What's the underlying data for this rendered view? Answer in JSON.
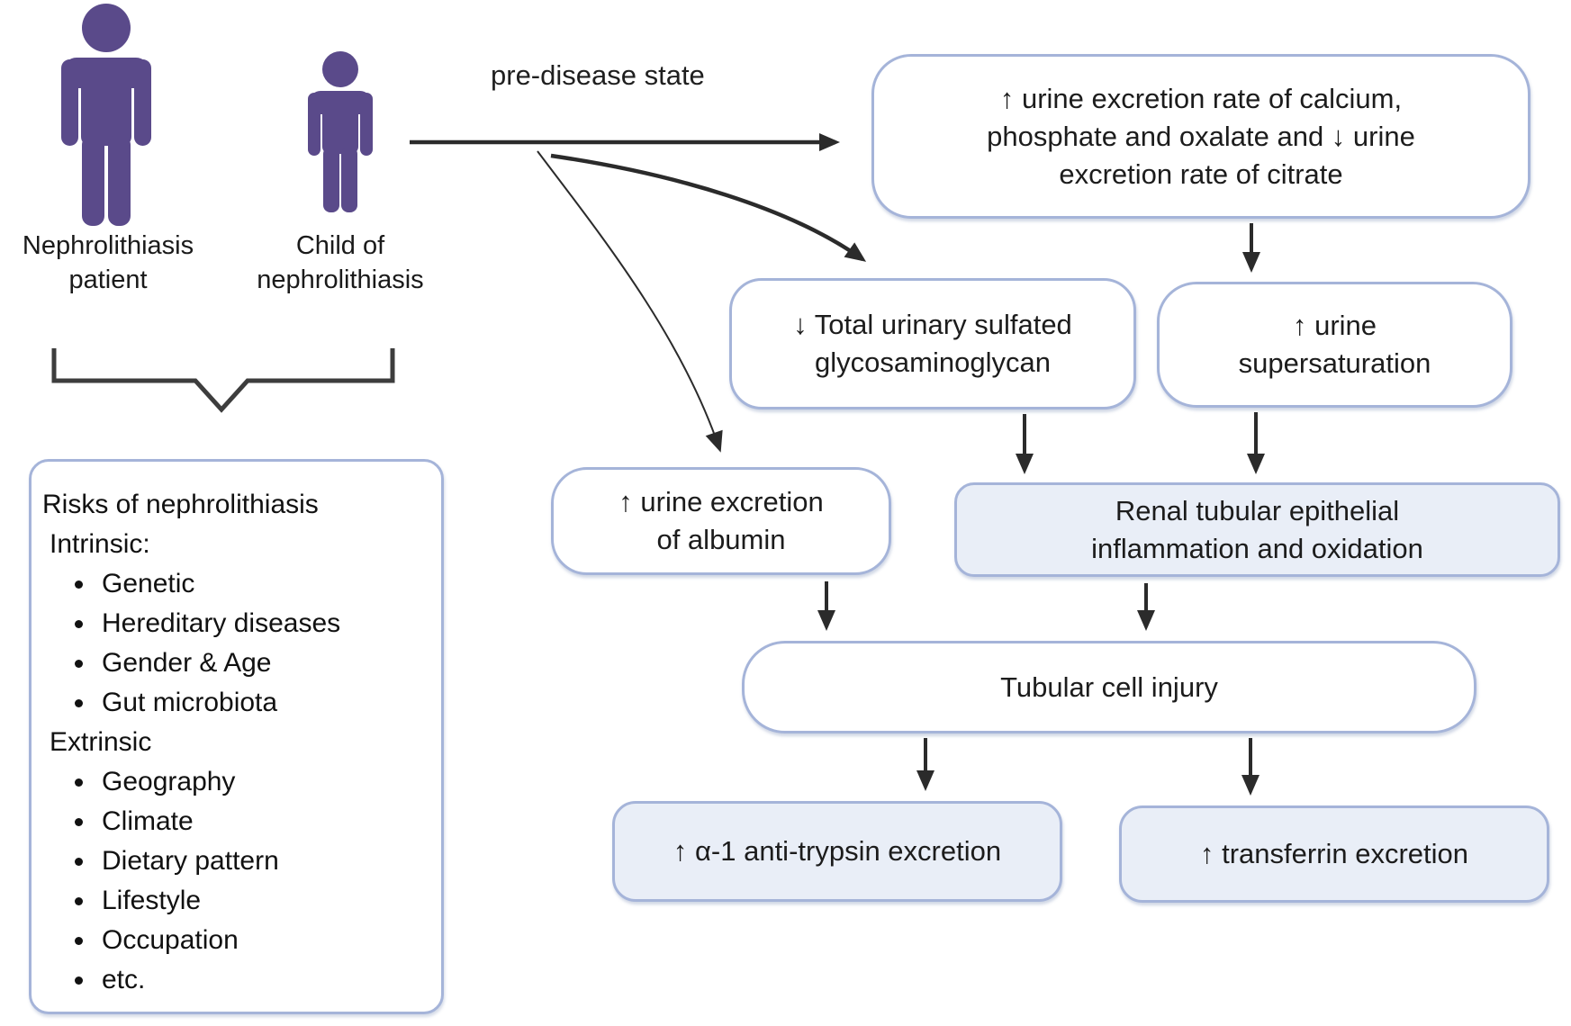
{
  "people": {
    "adult_label": "Nephrolithiasis\npatient",
    "child_label": "Child of\nnephrolithiasis",
    "adult_icon": "person-adult",
    "child_icon": "person-child"
  },
  "pre_disease_label": "pre-disease state",
  "risks": {
    "title": "Risks of nephrolithiasis",
    "sections": [
      {
        "heading": "Intrinsic:",
        "items": [
          "Genetic",
          "Hereditary diseases",
          "Gender & Age",
          "Gut microbiota"
        ]
      },
      {
        "heading": "Extrinsic",
        "items": [
          "Geography",
          "Climate",
          "Dietary pattern",
          "Lifestyle",
          "Occupation",
          "etc."
        ]
      }
    ]
  },
  "boxes": {
    "excretion_rates": "↑ urine excretion rate of calcium,\nphosphate and oxalate and ↓ urine\nexcretion rate of citrate",
    "glycosaminoglycan": "↓ Total urinary sulfated\nglycosaminoglycan",
    "supersaturation": "↑ urine\nsupersaturation",
    "albumin": "↑ urine excretion\nof albumin",
    "renal_inflammation": "Renal tubular epithelial\ninflammation and oxidation",
    "tubular_injury": "Tubular cell injury",
    "antitrypsin": "↑ α-1 anti-trypsin excretion",
    "transferrin": "↑ transferrin excretion"
  },
  "colors": {
    "figure_purple": "#5a4a8a",
    "box_border": "#a5b4d9",
    "box_fill_shaded": "#e9eef7",
    "box_fill_white": "#ffffff",
    "arrow_color": "#2b2b2b",
    "text_color": "#1c1c1c"
  }
}
